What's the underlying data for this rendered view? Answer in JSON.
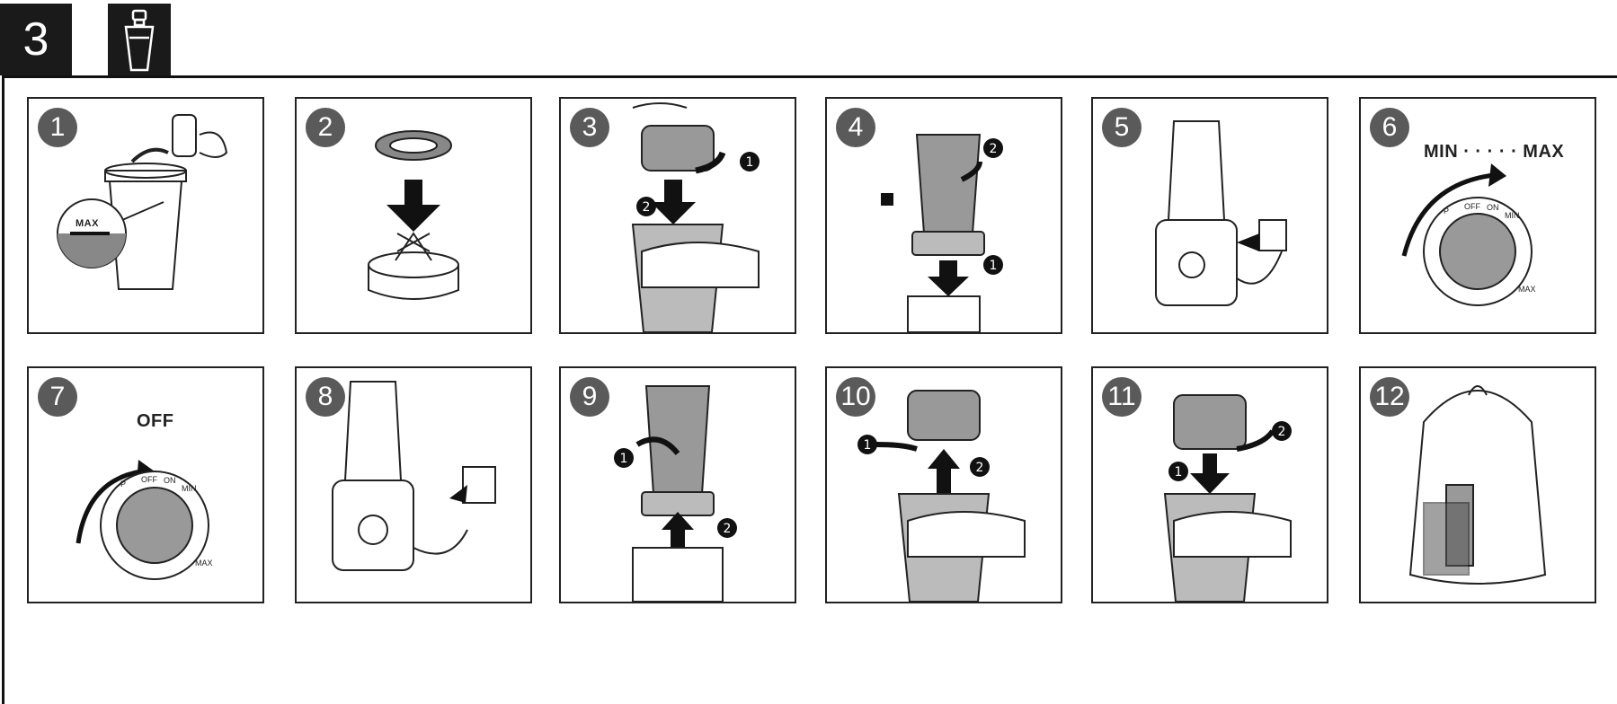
{
  "section": {
    "number": "3",
    "icon": "bottle-icon"
  },
  "panels": [
    {
      "step": "1",
      "labels": {
        "max": "MAX"
      },
      "icons": [
        "cup-icon",
        "fruit-icon"
      ]
    },
    {
      "step": "2",
      "icons": [
        "seal-ring-icon",
        "blade-icon"
      ]
    },
    {
      "step": "3",
      "callouts": [
        "1",
        "2"
      ],
      "icons": [
        "blade-icon",
        "cup-icon",
        "hand-icon"
      ]
    },
    {
      "step": "4",
      "callouts": [
        "2",
        "1"
      ],
      "icons": [
        "lock-icon",
        "cup-icon",
        "motor-base-icon"
      ]
    },
    {
      "step": "5",
      "icons": [
        "blender-icon",
        "plug-icon",
        "socket-icon"
      ]
    },
    {
      "step": "6",
      "labels": {
        "range": "MIN · · · · · MAX",
        "dial": [
          "P",
          "OFF",
          "ON",
          "MIN",
          "MAX"
        ]
      },
      "icons": [
        "dial-icon"
      ]
    },
    {
      "step": "7",
      "labels": {
        "off": "OFF",
        "dial": [
          "P",
          "OFF",
          "ON",
          "MIN",
          "MAX"
        ]
      },
      "icons": [
        "dial-icon"
      ]
    },
    {
      "step": "8",
      "icons": [
        "blender-icon",
        "unplug-icon",
        "socket-icon"
      ]
    },
    {
      "step": "9",
      "callouts": [
        "1",
        "2"
      ],
      "icons": [
        "cup-icon",
        "motor-base-icon"
      ]
    },
    {
      "step": "10",
      "callouts": [
        "1",
        "2"
      ],
      "icons": [
        "blade-icon",
        "cup-icon",
        "hand-icon"
      ]
    },
    {
      "step": "11",
      "callouts": [
        "1",
        "2"
      ],
      "icons": [
        "lid-icon",
        "cup-icon",
        "hand-icon"
      ]
    },
    {
      "step": "12",
      "icons": [
        "backpack-icon",
        "bottle-icon"
      ]
    }
  ]
}
